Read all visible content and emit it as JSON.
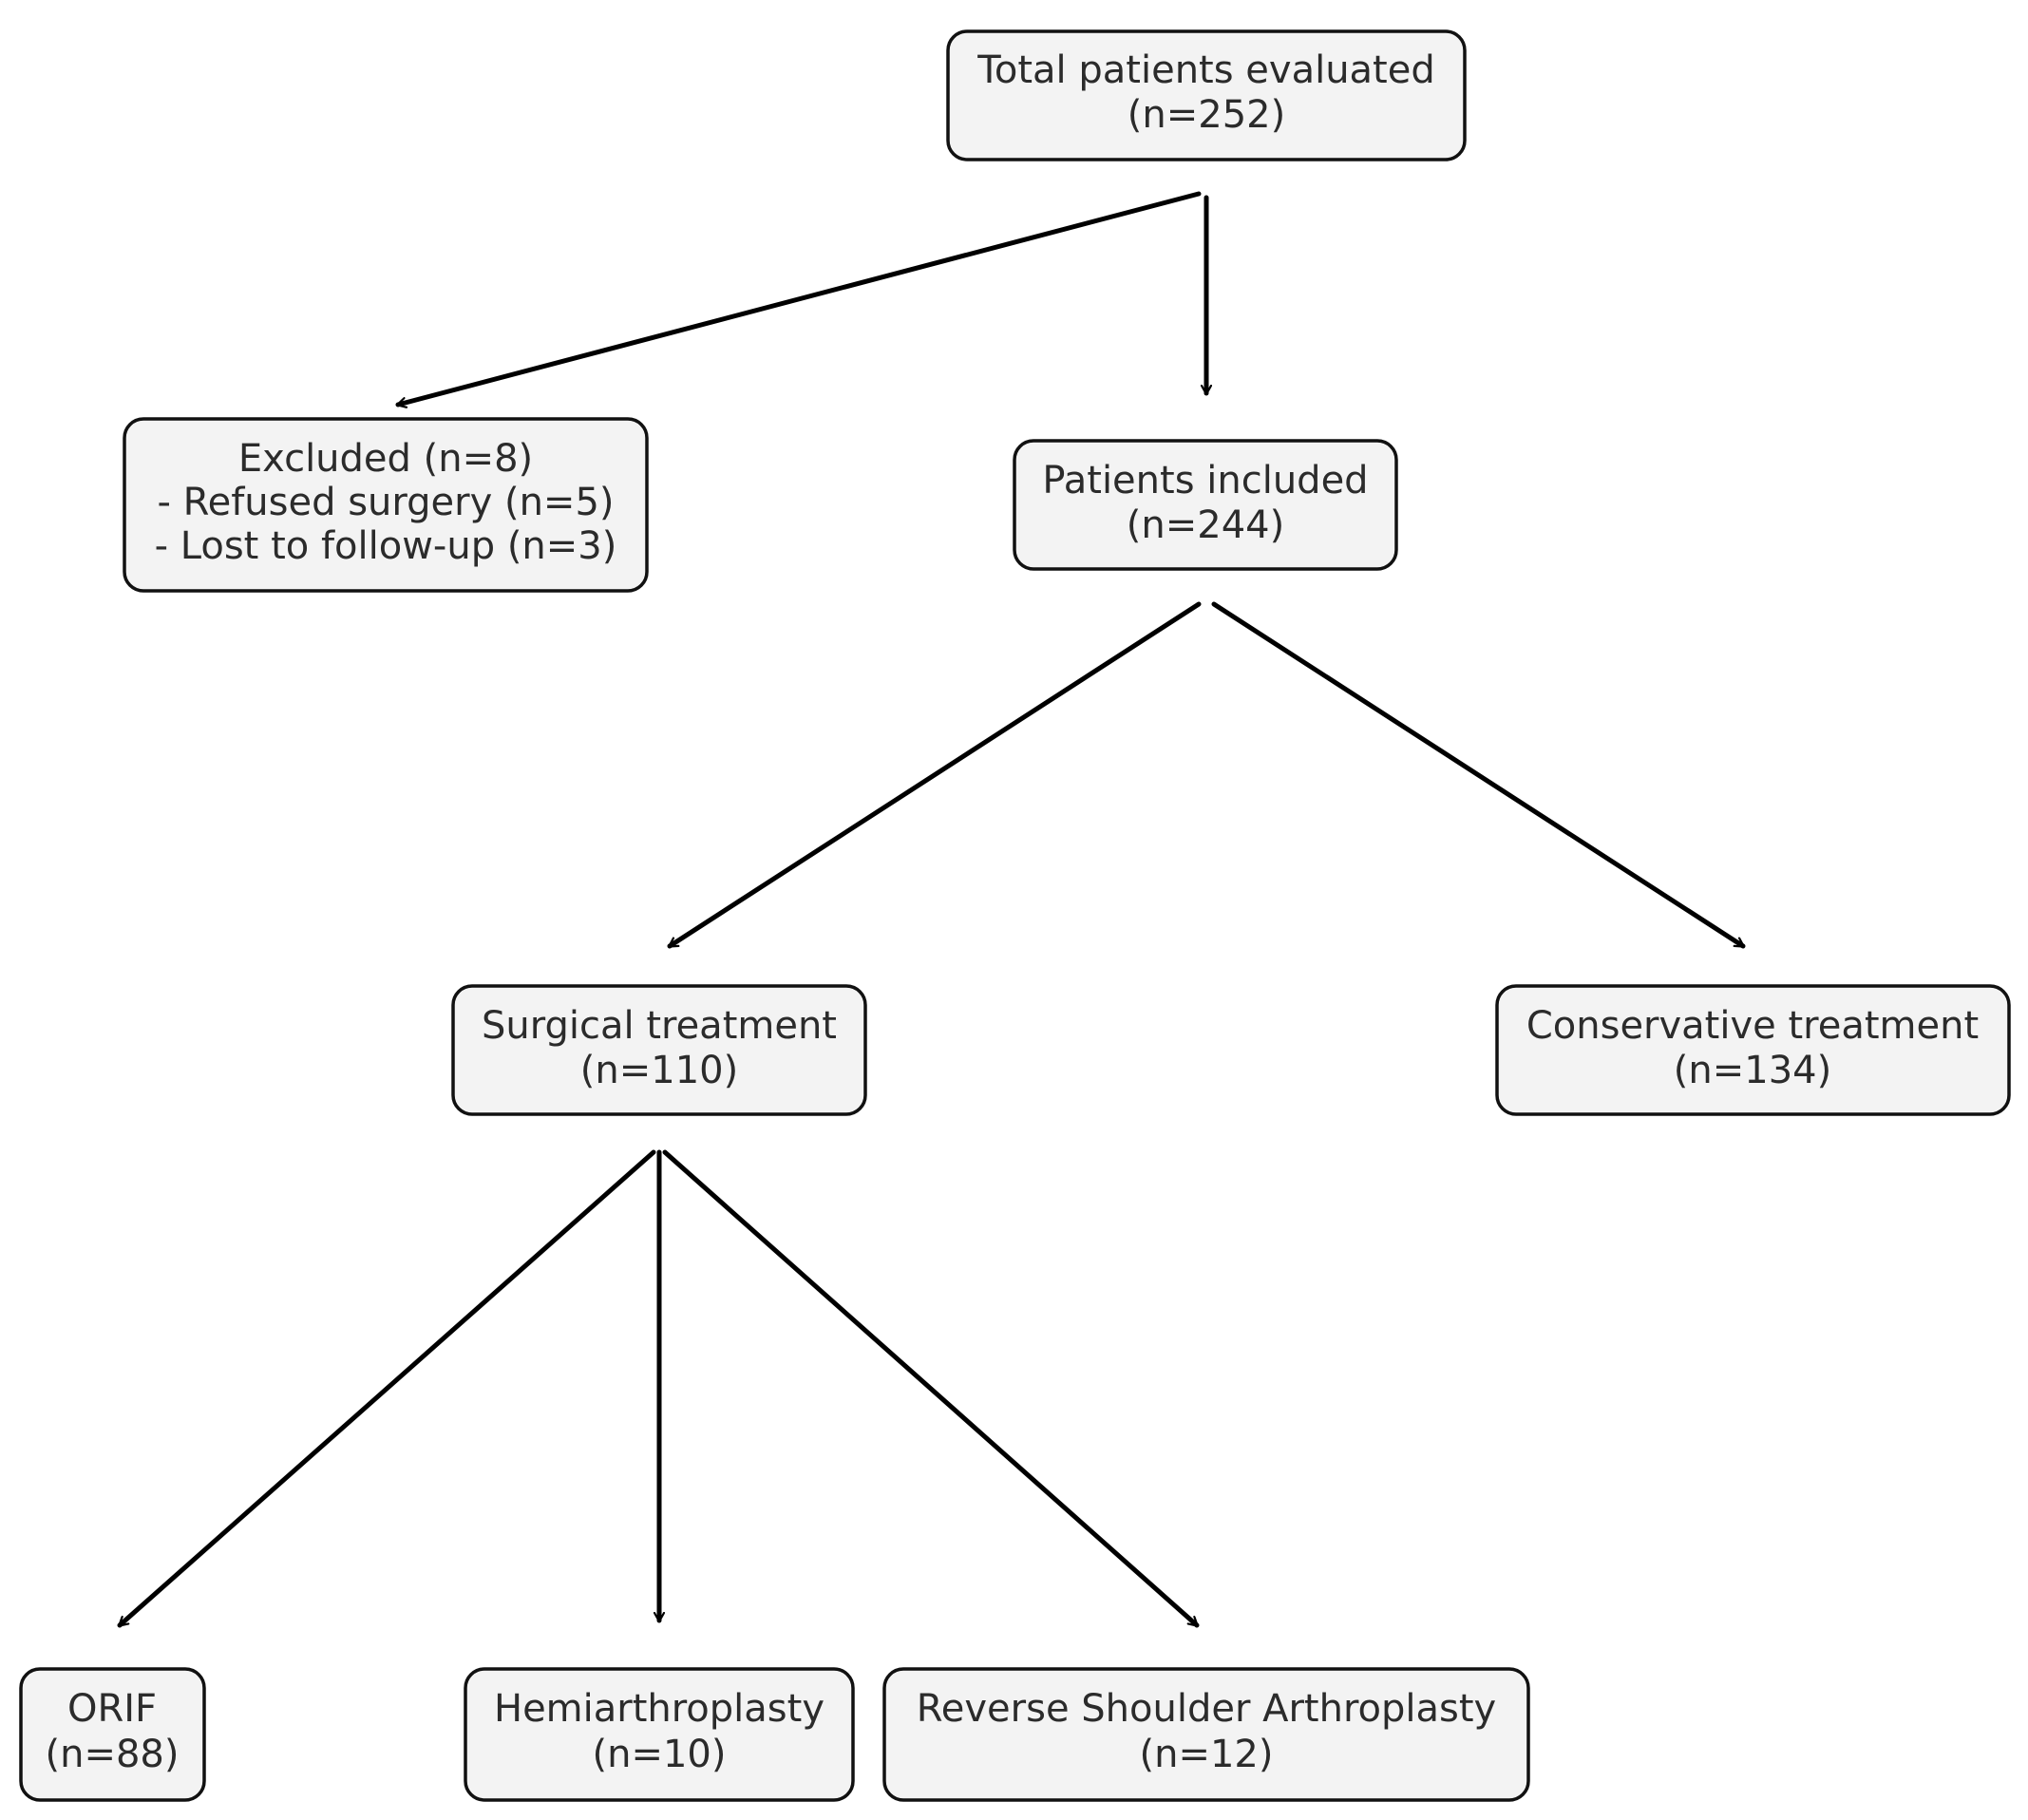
{
  "nodes": {
    "total": {
      "lines": [
        "Total patients evaluated",
        "(n=252)"
      ]
    },
    "excluded": {
      "lines": [
        "Excluded (n=8)",
        "- Refused surgery (n=5)",
        "- Lost to follow-up (n=3)"
      ]
    },
    "included": {
      "lines": [
        "Patients included",
        "(n=244)"
      ]
    },
    "surgical": {
      "lines": [
        "Surgical treatment",
        "(n=110)"
      ]
    },
    "conservative": {
      "lines": [
        "Conservative treatment",
        "(n=134)"
      ]
    },
    "orif": {
      "lines": [
        "ORIF",
        "(n=88)"
      ]
    },
    "hemi": {
      "lines": [
        "Hemiarthroplasty",
        "(n=10)"
      ]
    },
    "rsa": {
      "lines": [
        "Reverse Shoulder Arthroplasty",
        "(n=12)"
      ]
    }
  },
  "edges": [
    {
      "from": "total",
      "to": "excluded"
    },
    {
      "from": "total",
      "to": "included"
    },
    {
      "from": "included",
      "to": "surgical"
    },
    {
      "from": "included",
      "to": "conservative"
    },
    {
      "from": "surgical",
      "to": "orif"
    },
    {
      "from": "surgical",
      "to": "hemi"
    },
    {
      "from": "surgical",
      "to": "rsa"
    }
  ]
}
